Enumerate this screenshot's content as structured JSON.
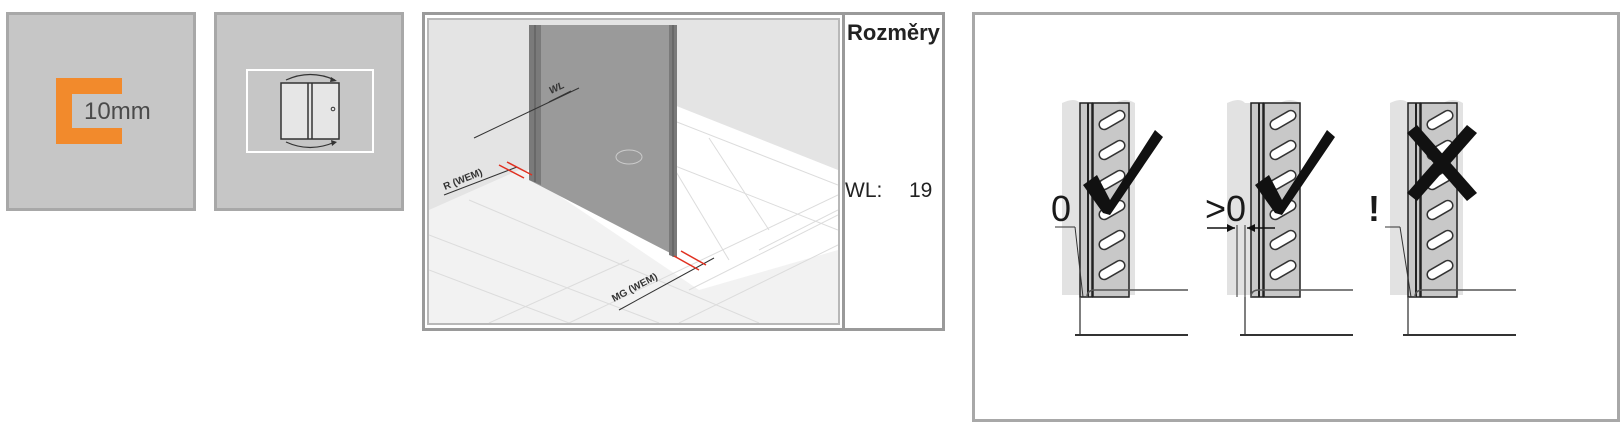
{
  "gap_panel": {
    "value_label": "10mm"
  },
  "dimensions_panel": {
    "title": "Rozměry",
    "diagram_labels": {
      "wl": "WL",
      "r_wem": "R (WEM)",
      "mg_wem": "MG (WEM)"
    },
    "rows": [
      {
        "label": "WL:",
        "value": "19"
      }
    ]
  },
  "installation_panel": {
    "columns": [
      {
        "marker": "0",
        "verdict_icon": "check-icon"
      },
      {
        "marker": ">0",
        "verdict_icon": "check-icon"
      },
      {
        "marker": "!",
        "verdict_icon": "cross-icon"
      }
    ]
  },
  "colors": {
    "accent_orange": "#f28a2c",
    "panel_gray": "#c6c6c6",
    "dimension_red": "#e03020"
  }
}
